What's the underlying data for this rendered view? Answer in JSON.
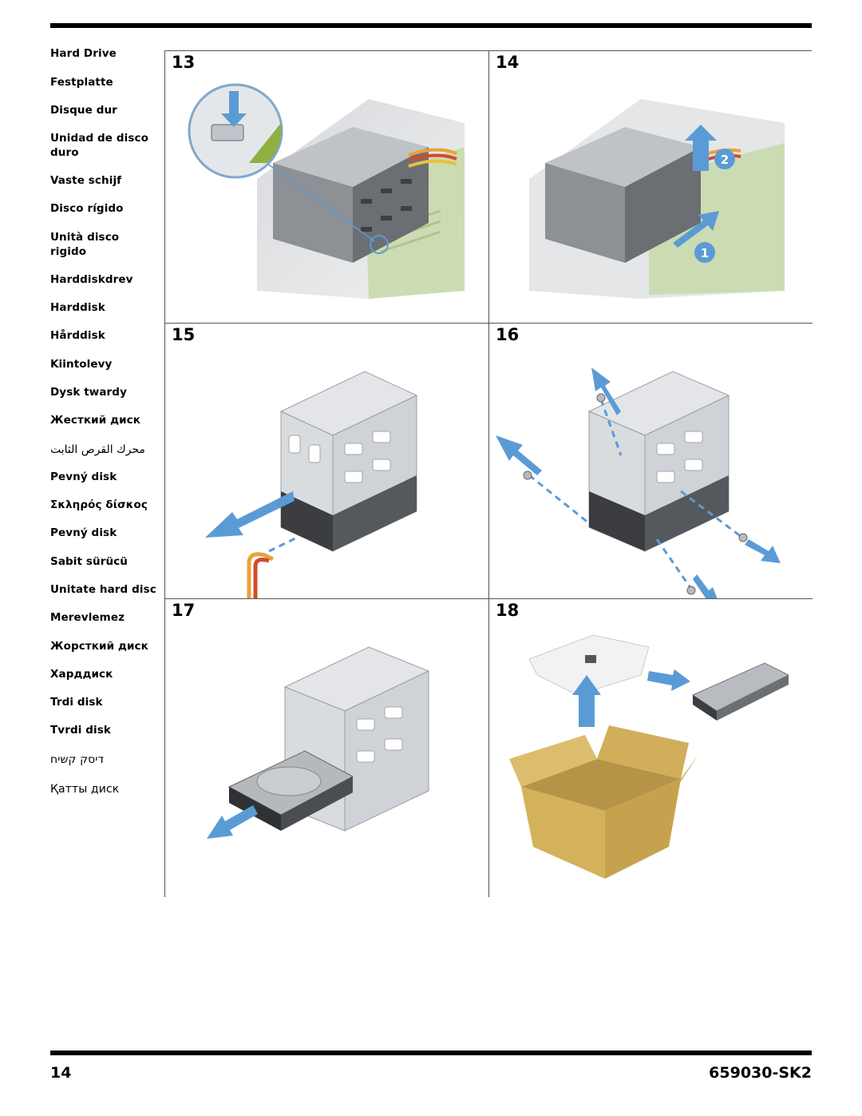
{
  "languages": [
    "Hard Drive",
    "Festplatte",
    "Disque dur",
    "Unidad de disco duro",
    "Vaste schijf",
    "Disco rígido",
    "Unità disco rigido",
    "Harddiskdrev",
    "Harddisk",
    "Hårddisk",
    "Kiintolevy",
    "Dysk twardy",
    "Жесткий диск",
    "محرك القرص الثابت",
    "Pevný disk",
    "Σκληρός δίσκος",
    "Pevný disk",
    "Sabit sürücü",
    "Unitate hard disc",
    "Merevlemez",
    "Жорсткий диск",
    "Харддиск",
    "Trdi disk",
    "Tvrdi disk",
    "דיסק קשיח",
    "Қатты диск"
  ],
  "steps": [
    {
      "number": "13"
    },
    {
      "number": "14",
      "callouts": [
        "1",
        "2"
      ]
    },
    {
      "number": "15"
    },
    {
      "number": "16"
    },
    {
      "number": "17"
    },
    {
      "number": "18"
    }
  ],
  "footer": {
    "page_number": "14",
    "document_code": "659030-SK2"
  },
  "colors": {
    "arrow_blue": "#5b9bd5",
    "cage_gray": "#d9dcdf",
    "cable_orange": "#e8a23a",
    "board_green": "#c7d9a8",
    "box_tan": "#d4b25c"
  }
}
